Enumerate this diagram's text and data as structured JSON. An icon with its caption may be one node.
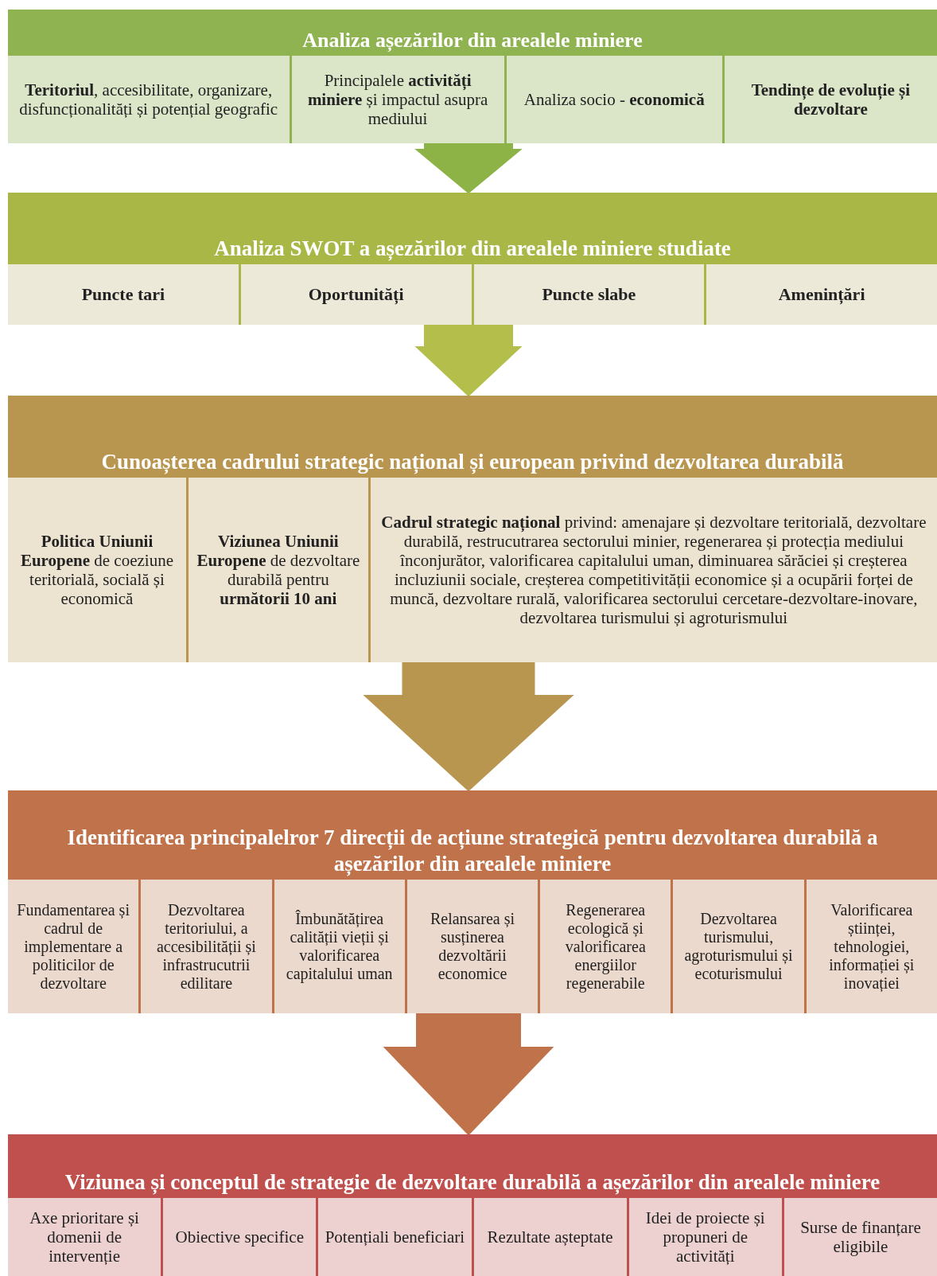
{
  "diagram": {
    "nodes": [
      {
        "text": [
          "Analiza așezărilor din arealele miniere"
        ]
      },
      {
        "text": [
          "**Teritoriul**, accesibilitate, organizare, disfuncționalități și potențial geografic"
        ],
        "in": 0
      },
      {
        "text": [
          "Principalele **activități miniere** și impactul asupra mediului"
        ],
        "in": 0
      },
      {
        "text": [
          "Analiza socio - **economică**"
        ],
        "in": 0
      },
      {
        "text": [
          "Tendințe de evoluție și dezvoltare"
        ],
        "in": 0
      },
      {
        "text": [
          "Analiza SWOT a așezărilor din arealele miniere studiate"
        ]
      },
      {
        "text": [
          "Puncte tari"
        ],
        "in": 5
      },
      {
        "text": [
          "Oportunități"
        ],
        "in": 5
      },
      {
        "text": [
          "Puncte slabe"
        ],
        "in": 5
      },
      {
        "text": [
          "Amenințări"
        ],
        "in": 5
      },
      {
        "text": [
          "Cunoașterea cadrului strategic național și european privind dezvoltarea durabilă"
        ]
      },
      {
        "text": [
          "**Politica Uniunii Europene** de coeziune teritorială, socială și economică"
        ],
        "in": 10
      },
      {
        "text": [
          "**Viziunea Uniunii Europene** de dezvoltare durabilă pentru **următorii 10 ani**"
        ],
        "in": 10
      },
      {
        "text": [
          "**Cadrul strategic național** privind: amenajare și dezvoltare teritorială, dezvoltare durabilă, restrucutrarea sectorului minier, regenerarea și protecția mediului înconjurător, valorificarea capitalului uman, diminuarea sărăciei și creșterea incluziunii sociale, creșterea competitivității economice și a ocupării forței de muncă, dezvoltare rurală, valorificarea sectorului cercetare-dezvoltare-inovare, dezvoltarea turismului și agroturismului"
        ],
        "in": 10
      },
      {
        "text": [
          "Identificarea principalelror 7 direcții de acțiune strategică pentru dezvoltarea durabilă a așezărilor din arealele miniere"
        ]
      },
      {
        "text": [
          "Fundamentarea și cadrul de implementare a politicilor de dezvoltare"
        ],
        "in": 14
      },
      {
        "text": [
          "Dezvoltarea teritoriului, a accesibilității și infrastrucutrii edilitare"
        ],
        "in": 14
      },
      {
        "text": [
          "Îmbunătățirea calității vieții și valorificarea capitalului uman"
        ],
        "in": 14
      },
      {
        "text": [
          "Relansarea și susținerea dezvoltării economice"
        ],
        "in": 14
      },
      {
        "text": [
          "Regenerarea ecologică și valorificarea energiilor regenerabile"
        ],
        "in": 14
      },
      {
        "text": [
          "Dezvoltarea turismului, agroturismului și ecoturismului"
        ],
        "in": 14
      },
      {
        "text": [
          "Valorificarea științei, tehnologiei, informației și inovației"
        ],
        "in": 14
      },
      {
        "text": [
          "Viziunea și conceptul de strategie de dezvoltare durabilă a așezărilor din arealele miniere"
        ]
      },
      {
        "text": [
          "Axe prioritare și domenii de intervenție"
        ],
        "in": 22
      },
      {
        "text": [
          "Obiective specifice"
        ],
        "in": 22
      },
      {
        "text": [
          "Potențiali beneficiari"
        ],
        "in": 22
      },
      {
        "text": [
          "Rezultate așteptate"
        ],
        "in": 22
      },
      {
        "text": [
          "Idei de proiecte și propuneri de activități"
        ],
        "in": 22
      },
      {
        "text": [
          "Surse de finanțare eligibile"
        ],
        "in": 22
      }
    ],
    "edges": [
      {
        "from": 0,
        "to": 5,
        "arrow": "to",
        "style": "thick",
        "color": "#8db346"
      },
      {
        "from": 5,
        "to": 10,
        "arrow": "to",
        "style": "thick",
        "color": "#b3bf4a"
      },
      {
        "from": 10,
        "to": 14,
        "arrow": "to",
        "style": "thick",
        "color": "#b99650"
      },
      {
        "from": 14,
        "to": 22,
        "arrow": "to",
        "style": "thick",
        "color": "#c0734a"
      }
    ]
  }
}
